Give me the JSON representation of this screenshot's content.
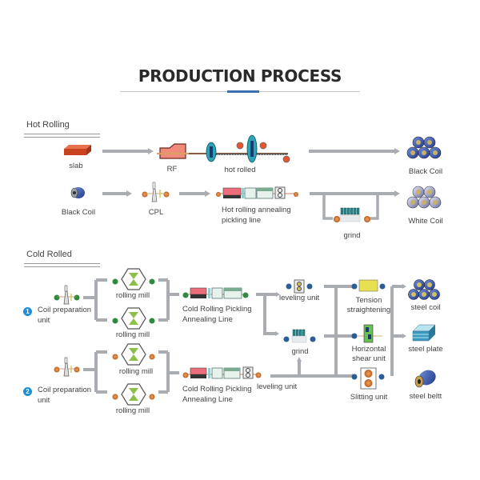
{
  "title": "PRODUCTION PROCESS",
  "colors": {
    "accent": "#3f6fb0",
    "pipe": "#a9adb2",
    "badge": "#1e8fd6",
    "slab": "#c9421f"
  },
  "hot_rolling": {
    "heading": "Hot Rolling",
    "row1": {
      "slab": "slab",
      "rf": "RF",
      "hot_rolled": "hot rolled",
      "black_coil": "Black Coil"
    },
    "row2": {
      "black_coil": "Black Coil",
      "cpl": "CPL",
      "line_1": "Hot rolling annealing",
      "line_2": "pickling line",
      "grind": "grind",
      "white_coil": "White Coil"
    }
  },
  "cold_rolled": {
    "heading": "Cold Rolled",
    "units": [
      {
        "badge": "1",
        "label_1": "Coil preparation",
        "label_2": "unit"
      },
      {
        "badge": "2",
        "label_1": "Coil preparation",
        "label_2": "unit"
      }
    ],
    "rolling_mills": [
      "rolling mill",
      "rolling mill",
      "rolling mill",
      "rolling mill"
    ],
    "pickling_lines": [
      {
        "label_1": "Cold Rolling Pickling",
        "label_2": "Annealing Line"
      },
      {
        "label_1": "Cold Rolling Pickling",
        "label_2": "Annealing Line"
      }
    ],
    "leveling_units": [
      "leveling unit",
      "leveling unit"
    ],
    "grind": "grind",
    "finishing": [
      {
        "label_1": "Tension",
        "label_2": "straightening"
      },
      {
        "label_1": "Horizontal",
        "label_2": "shear unit"
      },
      {
        "label_1": "Slitting unit",
        "label_2": ""
      }
    ],
    "products": [
      "steel coil",
      "steel plate",
      "steel beltt"
    ]
  }
}
